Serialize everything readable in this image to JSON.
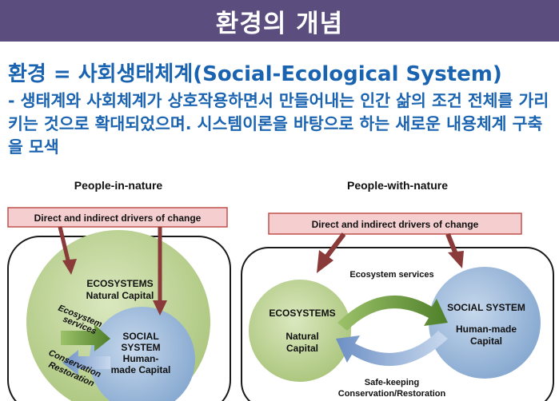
{
  "slide": {
    "title": "환경의 개념",
    "heading": "환경 = 사회생태체계(Social-Ecological System)",
    "body": "- 생태계와 사회체계가 상호작용하면서 만들어내는 인간 삶의 조건 전체를 가리키는 것으로 확대되었으며. 시스템이론을 바탕으로 하는 새로운 내용체계 구축을 모색"
  },
  "left_diagram": {
    "title": "People-in-nature",
    "drivers": "Direct and indirect drivers of change",
    "ecosystems_line1": "ECOSYSTEMS",
    "ecosystems_line2": "Natural Capital",
    "services_line1": "Ecosystem",
    "services_line2": "services",
    "social_line1": "SOCIAL",
    "social_line2": "SYSTEM",
    "social_line3": "Human-",
    "social_line4": "made Capital",
    "conservation_line1": "Conservation",
    "conservation_line2": "Restoration"
  },
  "right_diagram": {
    "title": "People-with-nature",
    "drivers": "Direct and indirect drivers of change",
    "services": "Ecosystem services",
    "ecosystems": "ECOSYSTEMS",
    "natural_line1": "Natural",
    "natural_line2": "Capital",
    "social": "SOCIAL SYSTEM",
    "human_line1": "Human-made",
    "human_line2": "Capital",
    "safekeeping": "Safe-keeping",
    "conservation": "Conservation/Restoration"
  },
  "colors": {
    "title_bar": "#5b4d7e",
    "text_blue": "#1a63b0",
    "driver_box": "#f5cfcf",
    "driver_border": "#c0504d",
    "arrow": "#8b3a3a",
    "green_circle": "#c3d69b",
    "blue_circle": "#a4bfdc"
  }
}
